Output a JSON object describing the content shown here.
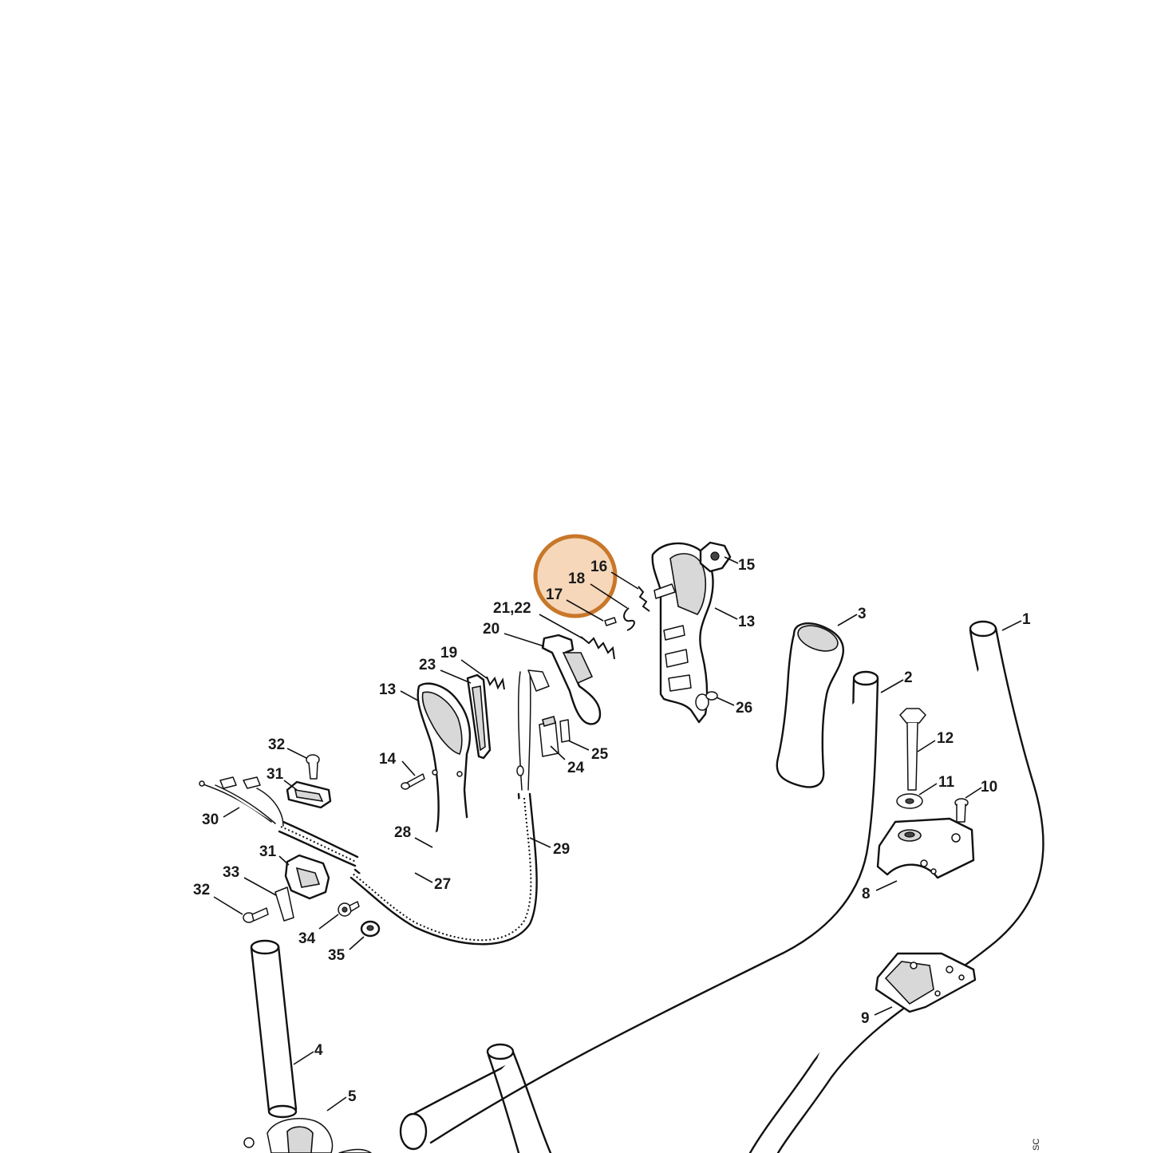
{
  "diagram": {
    "highlight_color": "#c8772a",
    "highlight_fill": "#f3c9a3",
    "part_labels": [
      {
        "id": "1",
        "text": "1"
      },
      {
        "id": "2",
        "text": "2"
      },
      {
        "id": "3",
        "text": "3"
      },
      {
        "id": "4",
        "text": "4"
      },
      {
        "id": "5",
        "text": "5"
      },
      {
        "id": "8",
        "text": "8"
      },
      {
        "id": "9",
        "text": "9"
      },
      {
        "id": "10",
        "text": "10"
      },
      {
        "id": "11",
        "text": "11"
      },
      {
        "id": "12",
        "text": "12"
      },
      {
        "id": "13a",
        "text": "13"
      },
      {
        "id": "13b",
        "text": "13"
      },
      {
        "id": "14",
        "text": "14"
      },
      {
        "id": "15",
        "text": "15"
      },
      {
        "id": "16",
        "text": "16"
      },
      {
        "id": "17",
        "text": "17"
      },
      {
        "id": "18",
        "text": "18"
      },
      {
        "id": "19",
        "text": "19"
      },
      {
        "id": "20",
        "text": "20"
      },
      {
        "id": "21_22",
        "text": "21,22"
      },
      {
        "id": "23",
        "text": "23"
      },
      {
        "id": "24",
        "text": "24"
      },
      {
        "id": "25",
        "text": "25"
      },
      {
        "id": "26",
        "text": "26"
      },
      {
        "id": "27",
        "text": "27"
      },
      {
        "id": "28",
        "text": "28"
      },
      {
        "id": "29",
        "text": "29"
      },
      {
        "id": "30",
        "text": "30"
      },
      {
        "id": "31a",
        "text": "31"
      },
      {
        "id": "31b",
        "text": "31"
      },
      {
        "id": "32a",
        "text": "32"
      },
      {
        "id": "32b",
        "text": "32"
      },
      {
        "id": "33",
        "text": "33"
      },
      {
        "id": "34",
        "text": "34"
      },
      {
        "id": "35",
        "text": "35"
      }
    ],
    "corner_code": "SC"
  }
}
